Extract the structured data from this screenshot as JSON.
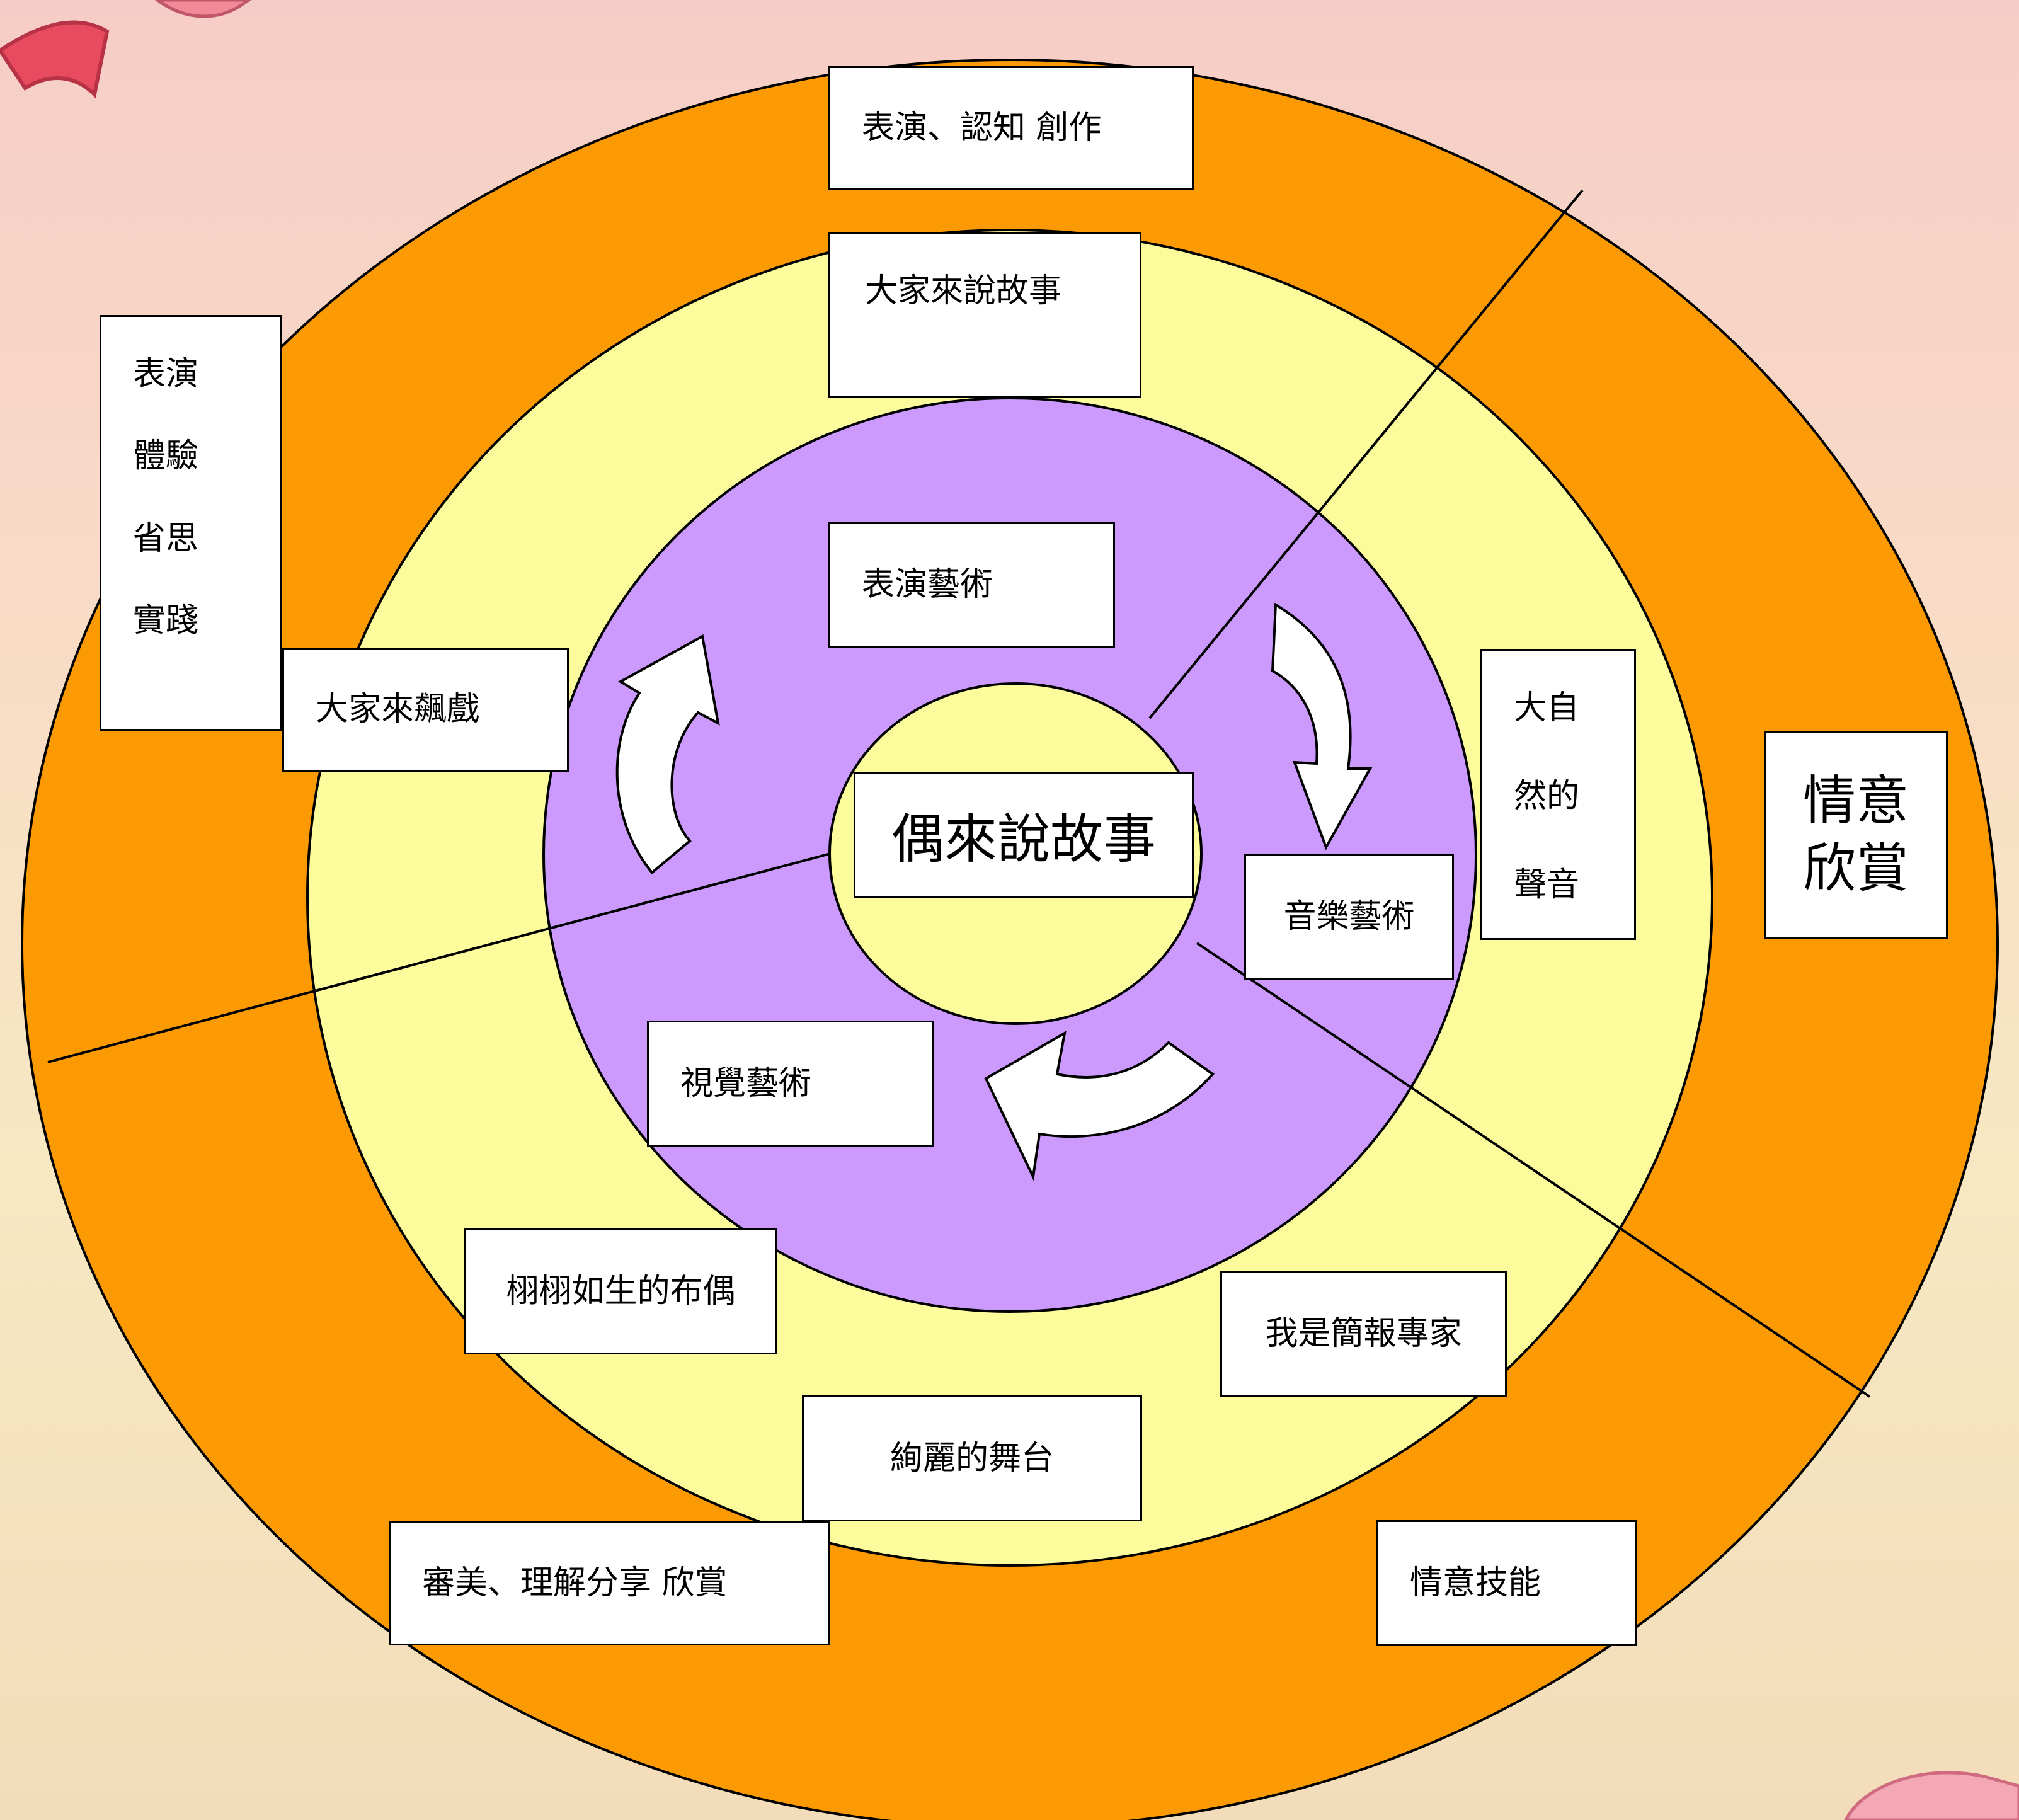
{
  "center": {
    "title": "偶來說故事"
  },
  "domains": {
    "performing": "表演藝術",
    "music": "音樂藝術",
    "visual": "視覺藝術"
  },
  "units": {
    "storytelling": "大家來說故事",
    "drama": "大家來飆戲",
    "nature_sounds": [
      "大自",
      "然的",
      "聲音"
    ],
    "puppets": "栩栩如生的布偶",
    "stage": "絢麗的舞台",
    "presentation": "我是簡報專家"
  },
  "outer_labels": {
    "top": "表演、認知 創作",
    "left_stack": [
      "表演",
      "體驗",
      "省思",
      "實踐"
    ],
    "right": [
      "情意",
      "欣賞"
    ],
    "bottom_left": "審美、理解分享 欣賞",
    "bottom_right": "情意技能"
  },
  "colors": {
    "outer_ring": "#fb9a02",
    "middle_ring": "#fcfc9c",
    "inner_ring": "#cc99fd",
    "core": "#fcfc9c",
    "box_fill": "#ffffff",
    "line": "#000000"
  }
}
